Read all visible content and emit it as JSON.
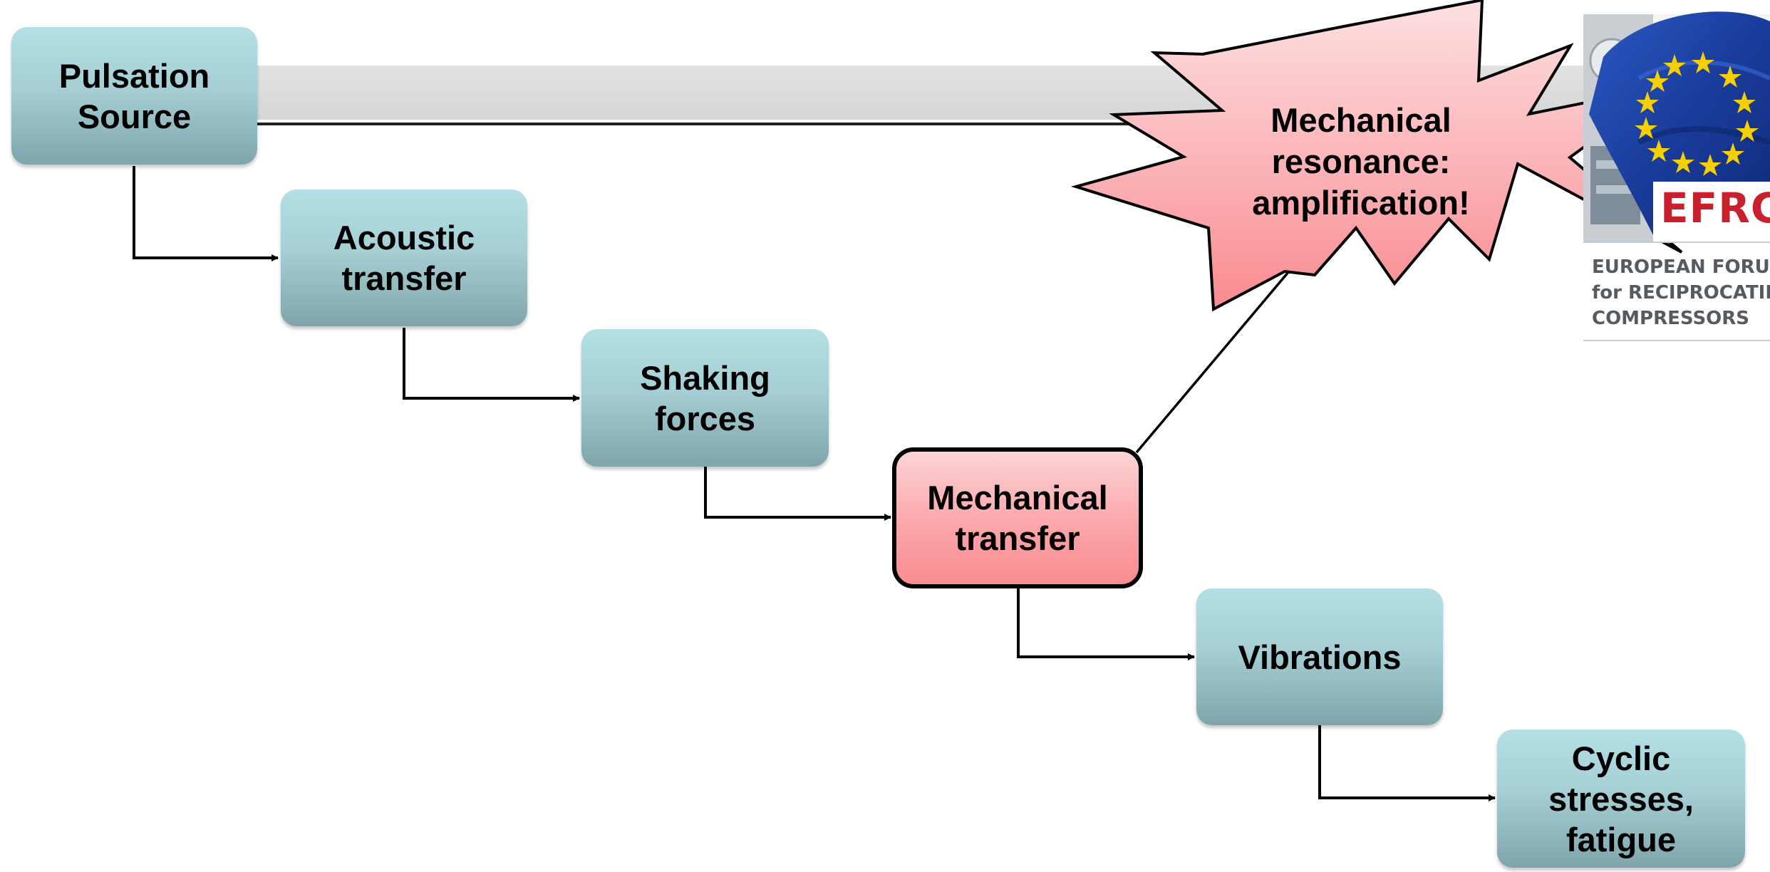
{
  "diagram": {
    "nodes": [
      {
        "id": "pulsation-source",
        "label": "Pulsation\nSource"
      },
      {
        "id": "acoustic-transfer",
        "label": "Acoustic\ntransfer"
      },
      {
        "id": "shaking-forces",
        "label": "Shaking\nforces"
      },
      {
        "id": "mechanical-transfer",
        "label": "Mechanical\ntransfer",
        "highlighted": true
      },
      {
        "id": "vibrations",
        "label": "Vibrations"
      },
      {
        "id": "cyclic-stresses",
        "label": "Cyclic\nstresses,\nfatigue"
      }
    ],
    "edges": [
      {
        "from": "pulsation-source",
        "to": "acoustic-transfer"
      },
      {
        "from": "acoustic-transfer",
        "to": "shaking-forces"
      },
      {
        "from": "shaking-forces",
        "to": "mechanical-transfer"
      },
      {
        "from": "mechanical-transfer",
        "to": "vibrations"
      },
      {
        "from": "vibrations",
        "to": "cyclic-stresses"
      }
    ],
    "callout": {
      "label": "Mechanical\nresonance:\namplification!",
      "attached_to": "mechanical-transfer"
    }
  },
  "logo": {
    "acronym": "EFRC",
    "line1": "EUROPEAN FORUM",
    "line2": "for RECIPROCATING",
    "line3": "COMPRESSORS"
  },
  "colors": {
    "node_fill": "#a5cfd4",
    "highlight_fill": "#fba6aa",
    "starburst_fill": "#fba6aa",
    "logo_red": "#c8202c",
    "flag_blue": "#1a3c9c",
    "star_yellow": "#f5d000"
  }
}
